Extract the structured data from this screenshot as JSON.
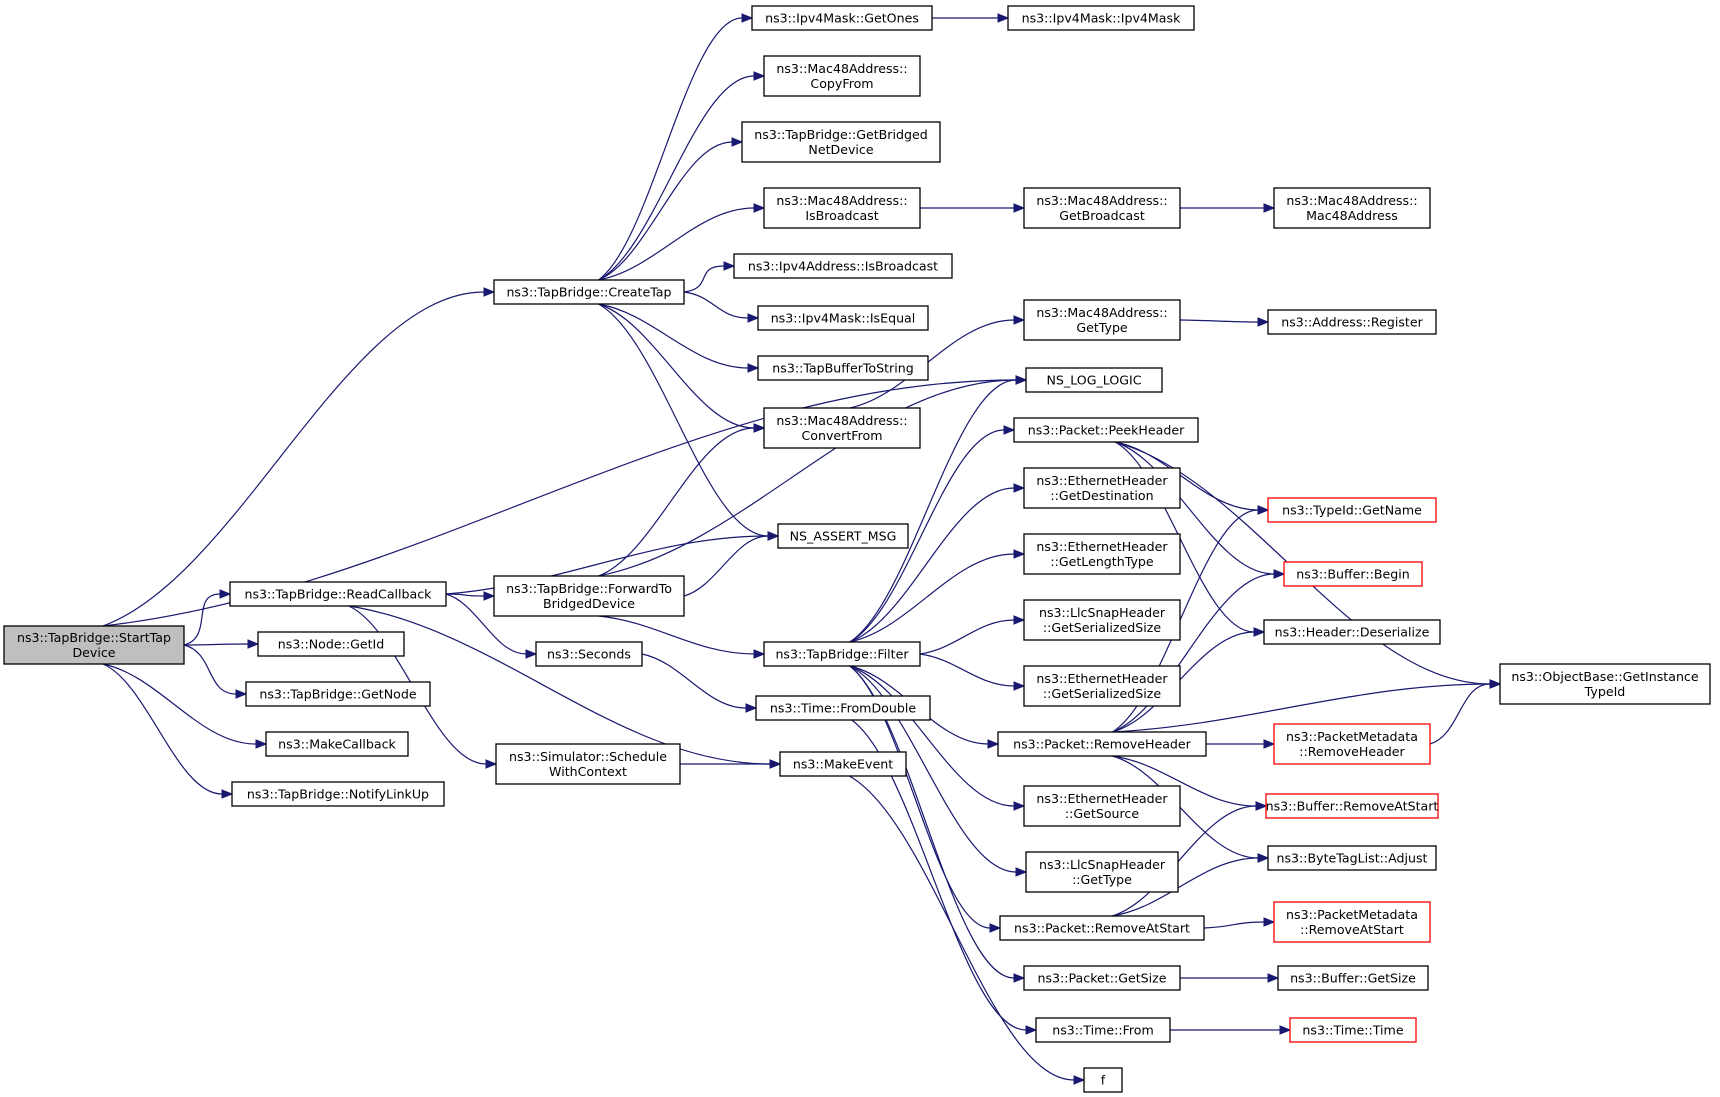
{
  "colors": {
    "edge": "#191970",
    "root_fill": "#bfbfbf",
    "node_border": "#000000",
    "external_border": "#ff0000"
  },
  "nodes": [
    {
      "id": "starttap",
      "lines": [
        "ns3::TapBridge::StartTap",
        "Device"
      ],
      "style": "root"
    },
    {
      "id": "createtap",
      "lines": [
        "ns3::TapBridge::CreateTap"
      ]
    },
    {
      "id": "readcallback",
      "lines": [
        "ns3::TapBridge::ReadCallback"
      ]
    },
    {
      "id": "getid",
      "lines": [
        "ns3::Node::GetId"
      ]
    },
    {
      "id": "getnode",
      "lines": [
        "ns3::TapBridge::GetNode"
      ]
    },
    {
      "id": "makecallback",
      "lines": [
        "ns3::MakeCallback"
      ]
    },
    {
      "id": "notifylinkup",
      "lines": [
        "ns3::TapBridge::NotifyLinkUp"
      ]
    },
    {
      "id": "getones",
      "lines": [
        "ns3::Ipv4Mask::GetOnes"
      ]
    },
    {
      "id": "ipv4maskctor",
      "lines": [
        "ns3::Ipv4Mask::Ipv4Mask"
      ]
    },
    {
      "id": "copyfrom",
      "lines": [
        "ns3::Mac48Address::",
        "CopyFrom"
      ]
    },
    {
      "id": "getbridged",
      "lines": [
        "ns3::TapBridge::GetBridged",
        "NetDevice"
      ]
    },
    {
      "id": "macisbroadcast",
      "lines": [
        "ns3::Mac48Address::",
        "IsBroadcast"
      ]
    },
    {
      "id": "macgetbroadcast",
      "lines": [
        "ns3::Mac48Address::",
        "GetBroadcast"
      ]
    },
    {
      "id": "macctor",
      "lines": [
        "ns3::Mac48Address::",
        "Mac48Address"
      ]
    },
    {
      "id": "ipv4isbroadcast",
      "lines": [
        "ns3::Ipv4Address::IsBroadcast"
      ]
    },
    {
      "id": "ipv4isequal",
      "lines": [
        "ns3::Ipv4Mask::IsEqual"
      ]
    },
    {
      "id": "tapbuffer",
      "lines": [
        "ns3::TapBufferToString"
      ]
    },
    {
      "id": "macgettype",
      "lines": [
        "ns3::Mac48Address::",
        "GetType"
      ]
    },
    {
      "id": "register",
      "lines": [
        "ns3::Address::Register"
      ]
    },
    {
      "id": "nslog",
      "lines": [
        "NS_LOG_LOGIC"
      ]
    },
    {
      "id": "convertfrom",
      "lines": [
        "ns3::Mac48Address::",
        "ConvertFrom"
      ]
    },
    {
      "id": "peekheader",
      "lines": [
        "ns3::Packet::PeekHeader"
      ]
    },
    {
      "id": "nsassert",
      "lines": [
        "NS_ASSERT_MSG"
      ]
    },
    {
      "id": "getdest",
      "lines": [
        "ns3::EthernetHeader",
        "::GetDestination"
      ]
    },
    {
      "id": "typeidgetname",
      "lines": [
        "ns3::TypeId::GetName"
      ],
      "style": "red"
    },
    {
      "id": "getlengthtype",
      "lines": [
        "ns3::EthernetHeader",
        "::GetLengthType"
      ]
    },
    {
      "id": "bufferbegin",
      "lines": [
        "ns3::Buffer::Begin"
      ],
      "style": "red"
    },
    {
      "id": "forwardto",
      "lines": [
        "ns3::TapBridge::ForwardTo",
        "BridgedDevice"
      ]
    },
    {
      "id": "llcserial",
      "lines": [
        "ns3::LlcSnapHeader",
        "::GetSerializedSize"
      ]
    },
    {
      "id": "headerdeser",
      "lines": [
        "ns3::Header::Deserialize"
      ]
    },
    {
      "id": "seconds",
      "lines": [
        "ns3::Seconds"
      ]
    },
    {
      "id": "filter",
      "lines": [
        "ns3::TapBridge::Filter"
      ]
    },
    {
      "id": "ethserial",
      "lines": [
        "ns3::EthernetHeader",
        "::GetSerializedSize"
      ]
    },
    {
      "id": "getinstancetypeid",
      "lines": [
        "ns3::ObjectBase::GetInstance",
        "TypeId"
      ]
    },
    {
      "id": "fromdouble",
      "lines": [
        "ns3::Time::FromDouble"
      ]
    },
    {
      "id": "removeheader",
      "lines": [
        "ns3::Packet::RemoveHeader"
      ]
    },
    {
      "id": "pmremoveheader",
      "lines": [
        "ns3::PacketMetadata",
        "::RemoveHeader"
      ],
      "style": "red"
    },
    {
      "id": "schedctx",
      "lines": [
        "ns3::Simulator::Schedule",
        "WithContext"
      ]
    },
    {
      "id": "makeevent",
      "lines": [
        "ns3::MakeEvent"
      ]
    },
    {
      "id": "getsource",
      "lines": [
        "ns3::EthernetHeader",
        "::GetSource"
      ]
    },
    {
      "id": "bufremoveatstart",
      "lines": [
        "ns3::Buffer::RemoveAtStart"
      ],
      "style": "red"
    },
    {
      "id": "bytetagadjust",
      "lines": [
        "ns3::ByteTagList::Adjust"
      ]
    },
    {
      "id": "llcgettype",
      "lines": [
        "ns3::LlcSnapHeader",
        "::GetType"
      ]
    },
    {
      "id": "pktremoveatstart",
      "lines": [
        "ns3::Packet::RemoveAtStart"
      ]
    },
    {
      "id": "pmremoveatstart",
      "lines": [
        "ns3::PacketMetadata",
        "::RemoveAtStart"
      ],
      "style": "red"
    },
    {
      "id": "pktgetsize",
      "lines": [
        "ns3::Packet::GetSize"
      ]
    },
    {
      "id": "bufgetsize",
      "lines": [
        "ns3::Buffer::GetSize"
      ]
    },
    {
      "id": "timefrom",
      "lines": [
        "ns3::Time::From"
      ]
    },
    {
      "id": "timetime",
      "lines": [
        "ns3::Time::Time"
      ],
      "style": "red"
    },
    {
      "id": "f",
      "lines": [
        "f"
      ]
    }
  ],
  "edges": [
    [
      "starttap",
      "createtap"
    ],
    [
      "starttap",
      "nslog"
    ],
    [
      "starttap",
      "readcallback"
    ],
    [
      "starttap",
      "getid"
    ],
    [
      "starttap",
      "getnode"
    ],
    [
      "starttap",
      "makecallback"
    ],
    [
      "starttap",
      "notifylinkup"
    ],
    [
      "createtap",
      "getones"
    ],
    [
      "createtap",
      "copyfrom"
    ],
    [
      "createtap",
      "getbridged"
    ],
    [
      "createtap",
      "macisbroadcast"
    ],
    [
      "createtap",
      "ipv4isbroadcast"
    ],
    [
      "createtap",
      "ipv4isequal"
    ],
    [
      "createtap",
      "tapbuffer"
    ],
    [
      "createtap",
      "convertfrom"
    ],
    [
      "createtap",
      "nsassert"
    ],
    [
      "getones",
      "ipv4maskctor"
    ],
    [
      "macisbroadcast",
      "macgetbroadcast"
    ],
    [
      "macgetbroadcast",
      "macctor"
    ],
    [
      "convertfrom",
      "macgettype"
    ],
    [
      "macgettype",
      "register"
    ],
    [
      "readcallback",
      "nsassert"
    ],
    [
      "readcallback",
      "forwardto"
    ],
    [
      "readcallback",
      "seconds"
    ],
    [
      "readcallback",
      "makeevent"
    ],
    [
      "readcallback",
      "schedctx"
    ],
    [
      "forwardto",
      "convertfrom"
    ],
    [
      "forwardto",
      "nsassert"
    ],
    [
      "forwardto",
      "nslog"
    ],
    [
      "forwardto",
      "filter"
    ],
    [
      "seconds",
      "fromdouble"
    ],
    [
      "schedctx",
      "makeevent"
    ],
    [
      "makeevent",
      "f"
    ],
    [
      "fromdouble",
      "timefrom"
    ],
    [
      "filter",
      "nslog"
    ],
    [
      "filter",
      "peekheader"
    ],
    [
      "filter",
      "getdest"
    ],
    [
      "filter",
      "getlengthtype"
    ],
    [
      "filter",
      "llcserial"
    ],
    [
      "filter",
      "ethserial"
    ],
    [
      "filter",
      "removeheader"
    ],
    [
      "filter",
      "getsource"
    ],
    [
      "filter",
      "llcgettype"
    ],
    [
      "filter",
      "pktremoveatstart"
    ],
    [
      "filter",
      "pktgetsize"
    ],
    [
      "peekheader",
      "typeidgetname"
    ],
    [
      "peekheader",
      "bufferbegin"
    ],
    [
      "peekheader",
      "headerdeser"
    ],
    [
      "peekheader",
      "getinstancetypeid"
    ],
    [
      "removeheader",
      "typeidgetname"
    ],
    [
      "removeheader",
      "bufferbegin"
    ],
    [
      "removeheader",
      "headerdeser"
    ],
    [
      "removeheader",
      "getinstancetypeid"
    ],
    [
      "removeheader",
      "pmremoveheader"
    ],
    [
      "removeheader",
      "bufremoveatstart"
    ],
    [
      "removeheader",
      "bytetagadjust"
    ],
    [
      "pmremoveheader",
      "getinstancetypeid"
    ],
    [
      "pktremoveatstart",
      "bufremoveatstart"
    ],
    [
      "pktremoveatstart",
      "bytetagadjust"
    ],
    [
      "pktremoveatstart",
      "pmremoveatstart"
    ],
    [
      "pktgetsize",
      "bufgetsize"
    ],
    [
      "timefrom",
      "timetime"
    ]
  ]
}
